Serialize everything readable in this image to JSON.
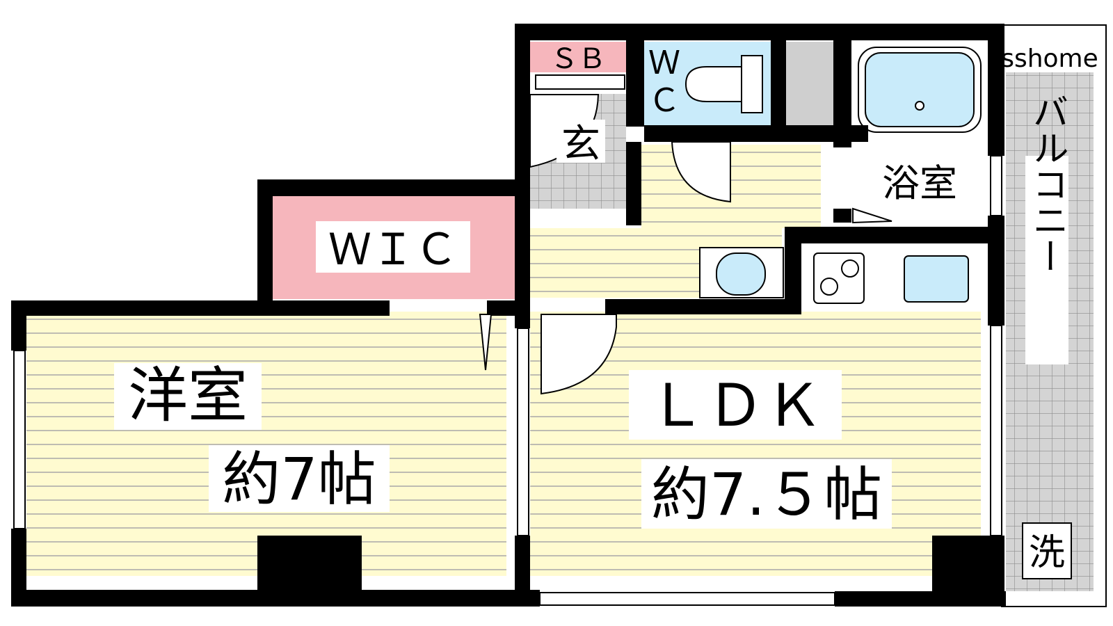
{
  "watermark": "sshome",
  "rooms": {
    "western_room": {
      "name": "洋室",
      "size": "約7帖"
    },
    "ldk": {
      "name": "ＬＤＫ",
      "size": "約7.５帖"
    },
    "wic": {
      "name": "ＷＩＣ"
    },
    "shoe_box": {
      "name": "ＳＢ"
    },
    "wc": {
      "name": "Ｗ\nＣ",
      "line1": "Ｗ",
      "line2": "Ｃ"
    },
    "entrance": {
      "name": "玄"
    },
    "bathroom": {
      "name": "浴室"
    },
    "balcony": {
      "name": "バルコニー"
    },
    "washer": {
      "name": "洗"
    }
  },
  "colors": {
    "wall": "#000000",
    "floor": "#fffbd0",
    "floor_line": "#9a9a9a",
    "closet": "#f6b6bc",
    "fixture": "#c9ebfa",
    "tile": "#cfcfcf"
  }
}
